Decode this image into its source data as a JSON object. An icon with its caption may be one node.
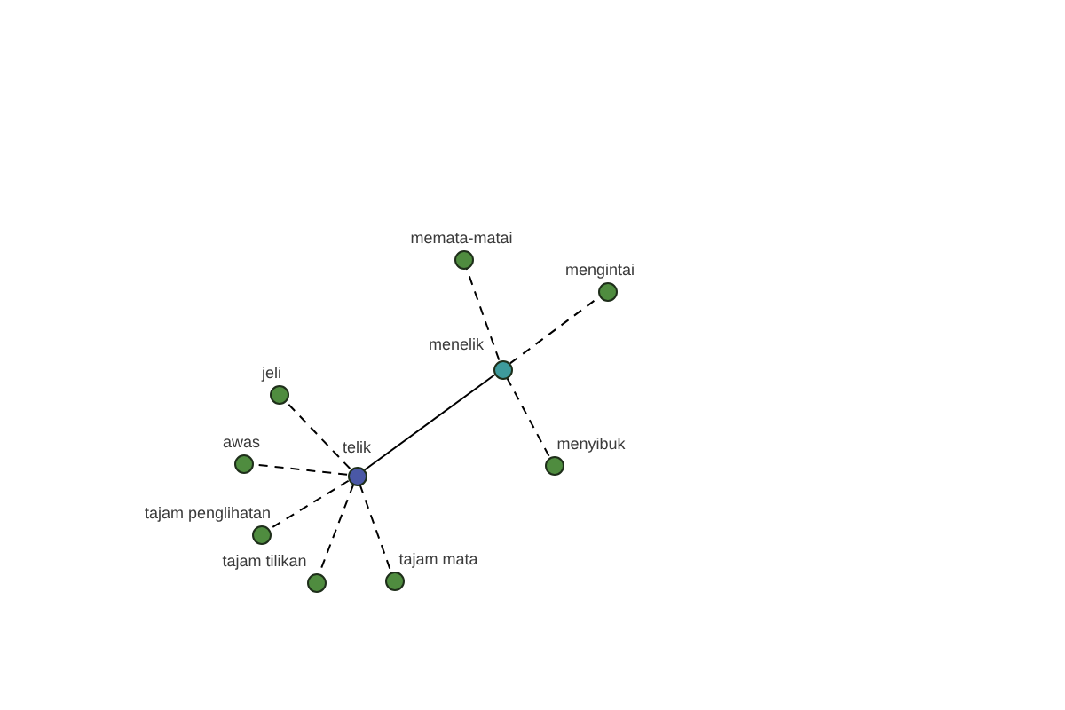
{
  "diagram": {
    "nodes": [
      {
        "text": [],
        "shape": "circle",
        "beside": [
          "memata-matai"
        ]
      },
      {
        "text": [],
        "shape": "circle",
        "beside": [
          "mengintai"
        ]
      },
      {
        "text": [],
        "shape": "circle",
        "beside": [
          "menelik"
        ]
      },
      {
        "text": [],
        "shape": "circle",
        "beside": [
          "jeli"
        ]
      },
      {
        "text": [],
        "shape": "circle",
        "beside": [
          "awas"
        ]
      },
      {
        "text": [],
        "shape": "circle",
        "beside": [
          "telik"
        ]
      },
      {
        "text": [],
        "shape": "circle",
        "beside": [
          "menyibuk"
        ]
      },
      {
        "text": [],
        "shape": "circle",
        "beside": [
          "tajam penglihatan"
        ]
      },
      {
        "text": [],
        "shape": "circle",
        "beside": [
          "tajam tilikan"
        ]
      },
      {
        "text": [],
        "shape": "circle",
        "beside": [
          "tajam mata"
        ]
      }
    ],
    "edges": [
      {
        "from": 5,
        "to": 2,
        "arrow": "none"
      },
      {
        "from": 2,
        "to": 0,
        "arrow": "none",
        "style": "dashed"
      },
      {
        "from": 2,
        "to": 1,
        "arrow": "none",
        "style": "dashed"
      },
      {
        "from": 2,
        "to": 6,
        "arrow": "none",
        "style": "dashed"
      },
      {
        "from": 5,
        "to": 3,
        "arrow": "none",
        "style": "dashed"
      },
      {
        "from": 5,
        "to": 4,
        "arrow": "none",
        "style": "dashed"
      },
      {
        "from": 5,
        "to": 7,
        "arrow": "none",
        "style": "dashed"
      },
      {
        "from": 5,
        "to": 8,
        "arrow": "none",
        "style": "dashed"
      },
      {
        "from": 5,
        "to": 9,
        "arrow": "none",
        "style": "dashed"
      }
    ]
  }
}
